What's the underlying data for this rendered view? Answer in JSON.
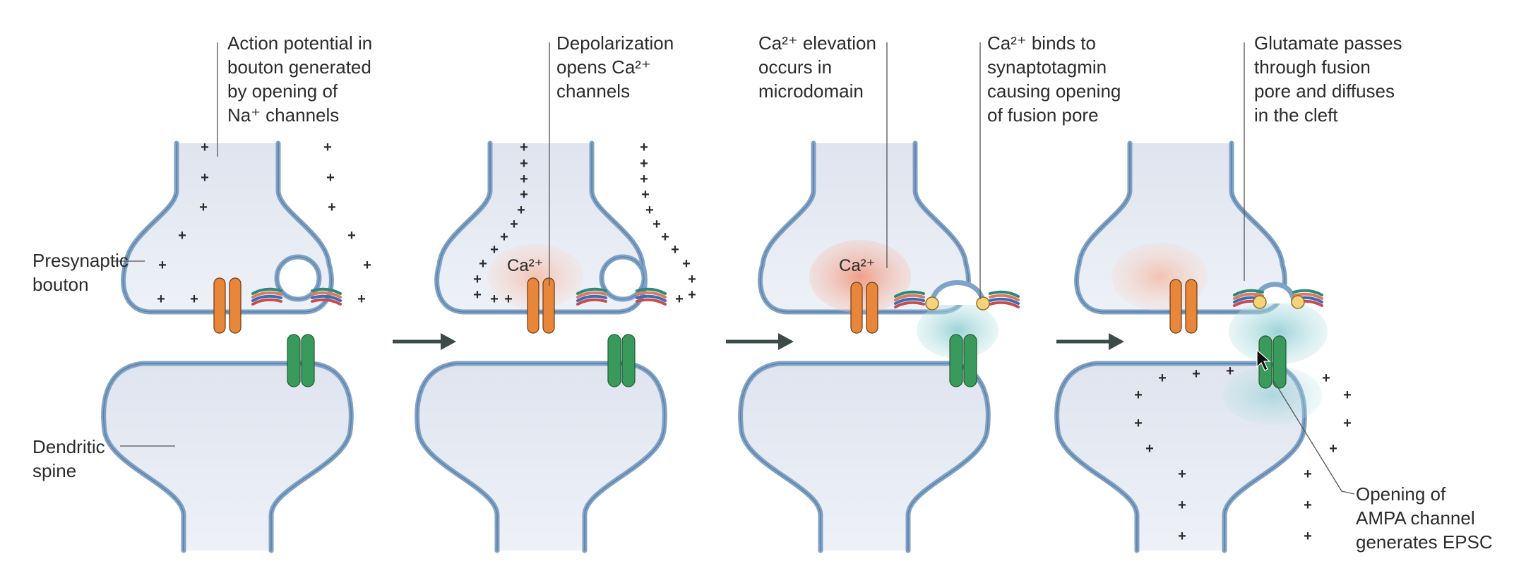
{
  "panels": [
    {
      "callout": [
        "Action potential in",
        "bouton generated",
        "by opening of",
        "Na⁺ channels"
      ]
    },
    {
      "callout": [
        "Depolarization",
        "opens Ca²⁺",
        "channels"
      ],
      "ca_label": "Ca²⁺"
    },
    {
      "callout_a": [
        "Ca²⁺ elevation",
        "occurs in",
        "microdomain"
      ],
      "callout_b": [
        "Ca²⁺ binds to",
        "synaptotagmin",
        "causing opening",
        "of fusion pore"
      ],
      "ca_label": "Ca²⁺"
    },
    {
      "callout_a": [
        "Glutamate passes",
        "through fusion",
        "pore and diffuses",
        "in the cleft"
      ],
      "callout_b": [
        "Opening of",
        "AMPA channel",
        "generates EPSC"
      ]
    }
  ],
  "side_labels": {
    "presynaptic": [
      "Presynaptic",
      "bouton"
    ],
    "dendritic": [
      "Dendritic",
      "spine"
    ]
  },
  "colors": {
    "membrane": "#7fa3c8",
    "cytoplasm": "#e8ecf4",
    "ca_channel": "#e8873a",
    "ampa_channel": "#3a9a5c",
    "calcium_cloud": "#f3b8a6",
    "glutamate_cloud": "#9fd3d8",
    "arrow": "#3d4a4a"
  }
}
